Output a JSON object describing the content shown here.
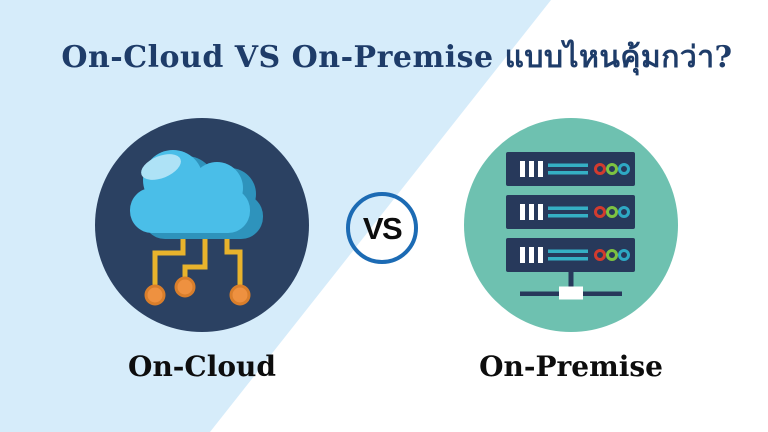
{
  "title": {
    "text": "On-Cloud VS On-Premise แบบไหนคุ้มกว่า?",
    "color": "#1E3C69"
  },
  "vs_badge": {
    "label": "VS",
    "ring_color": "#1C6BB4",
    "text_color": "#0D0D0D"
  },
  "comparison": {
    "left": {
      "label": "On-Cloud",
      "icon": "cloud-network-icon",
      "badge_color": "#2B4162",
      "icon_colors": {
        "cloud_front": "#4ABEE8",
        "cloud_back": "#2E93BC",
        "cloud_highlight": "#AEE2F6",
        "circuit_line": "#E8B32C",
        "node_fill": "#EE9140",
        "node_stroke": "#D97E2B"
      }
    },
    "right": {
      "label": "On-Premise",
      "icon": "server-rack-icon",
      "badge_color": "#6EC1B0",
      "icon_colors": {
        "server_body": "#27395B",
        "vents": "#FFFFFF",
        "data_lines": "#35AFC4",
        "led_red": "#D23B2E",
        "led_green": "#7DC241",
        "led_blue": "#2EA8C4",
        "connector_square": "#FFFFFF"
      }
    }
  },
  "background": {
    "left_panel_color": "#D6ECFA",
    "right_panel_color": "#FFFFFF"
  }
}
